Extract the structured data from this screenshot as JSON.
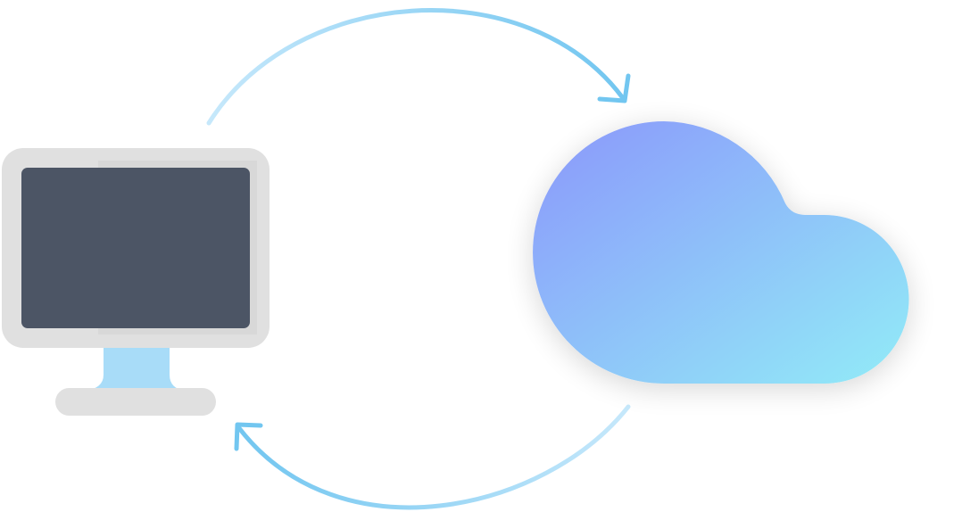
{
  "diagram": {
    "nodes": [
      {
        "id": "computer",
        "icon": "monitor-icon"
      },
      {
        "id": "cloud",
        "icon": "cloud-icon"
      }
    ],
    "edges": [
      {
        "from": "computer",
        "to": "cloud",
        "icon": "arrow-icon"
      },
      {
        "from": "cloud",
        "to": "computer",
        "icon": "arrow-icon"
      }
    ]
  },
  "colors": {
    "background": "#ffffff",
    "monitor_bezel": "#e0e0e0",
    "monitor_bezel_shade": "#d8d8d8",
    "monitor_screen": "#4c5565",
    "monitor_neck": "#a8dcf8",
    "monitor_base": "#e0e0e0",
    "cloud_gradient_start": "#8b97fb",
    "cloud_gradient_end": "#92ecf7",
    "arrow_light": "#c6e8fb",
    "arrow_dark": "#72c6f0"
  }
}
